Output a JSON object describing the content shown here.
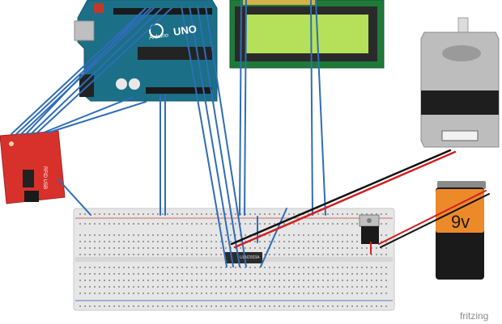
{
  "title": "",
  "labels": {
    "fritzing": "fritzing",
    "board_brand": "Arduino",
    "board_model": "UNO",
    "rfid_board": "RFID USB",
    "battery_voltage": "9v",
    "ic_marking": "ULN2003A"
  },
  "components": [
    "arduino-uno",
    "lcd-16x2",
    "stepper-motor",
    "rfid-usb-board",
    "breadboard",
    "driver-ic",
    "voltage-regulator",
    "battery-9v"
  ],
  "colors": {
    "wire_blue": "#2f6db6",
    "wire_red": "#d21f1f",
    "wire_black": "#111111",
    "arduino": "#1b6f86",
    "lcd_screen": "#b5e05a",
    "pcb_green": "#1f7a3a",
    "rfid_red": "#d8312b",
    "battery_orange": "#ec8a2a"
  }
}
